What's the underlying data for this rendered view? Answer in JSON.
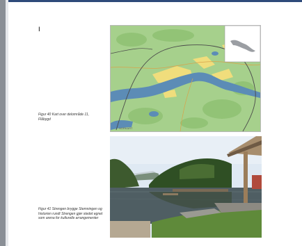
{
  "page": {
    "marker": "I"
  },
  "figures": [
    {
      "caption": "Figur 40 Kart over delområde 11, Flåbygd",
      "map_credit": "NORKART"
    },
    {
      "caption": "Figur 41 Strengen brygge Stemningen og historien rundt Strengen gjør stedet egnet som arena for kulturelle arrangementer"
    }
  ],
  "colors": {
    "top_bar": "#2e4a7a",
    "map_forest": "#a6d08c",
    "map_water": "#5c8cb6",
    "map_field": "#f0dd7c",
    "sky": "#dfe9f3",
    "water": "#4f5e63"
  }
}
